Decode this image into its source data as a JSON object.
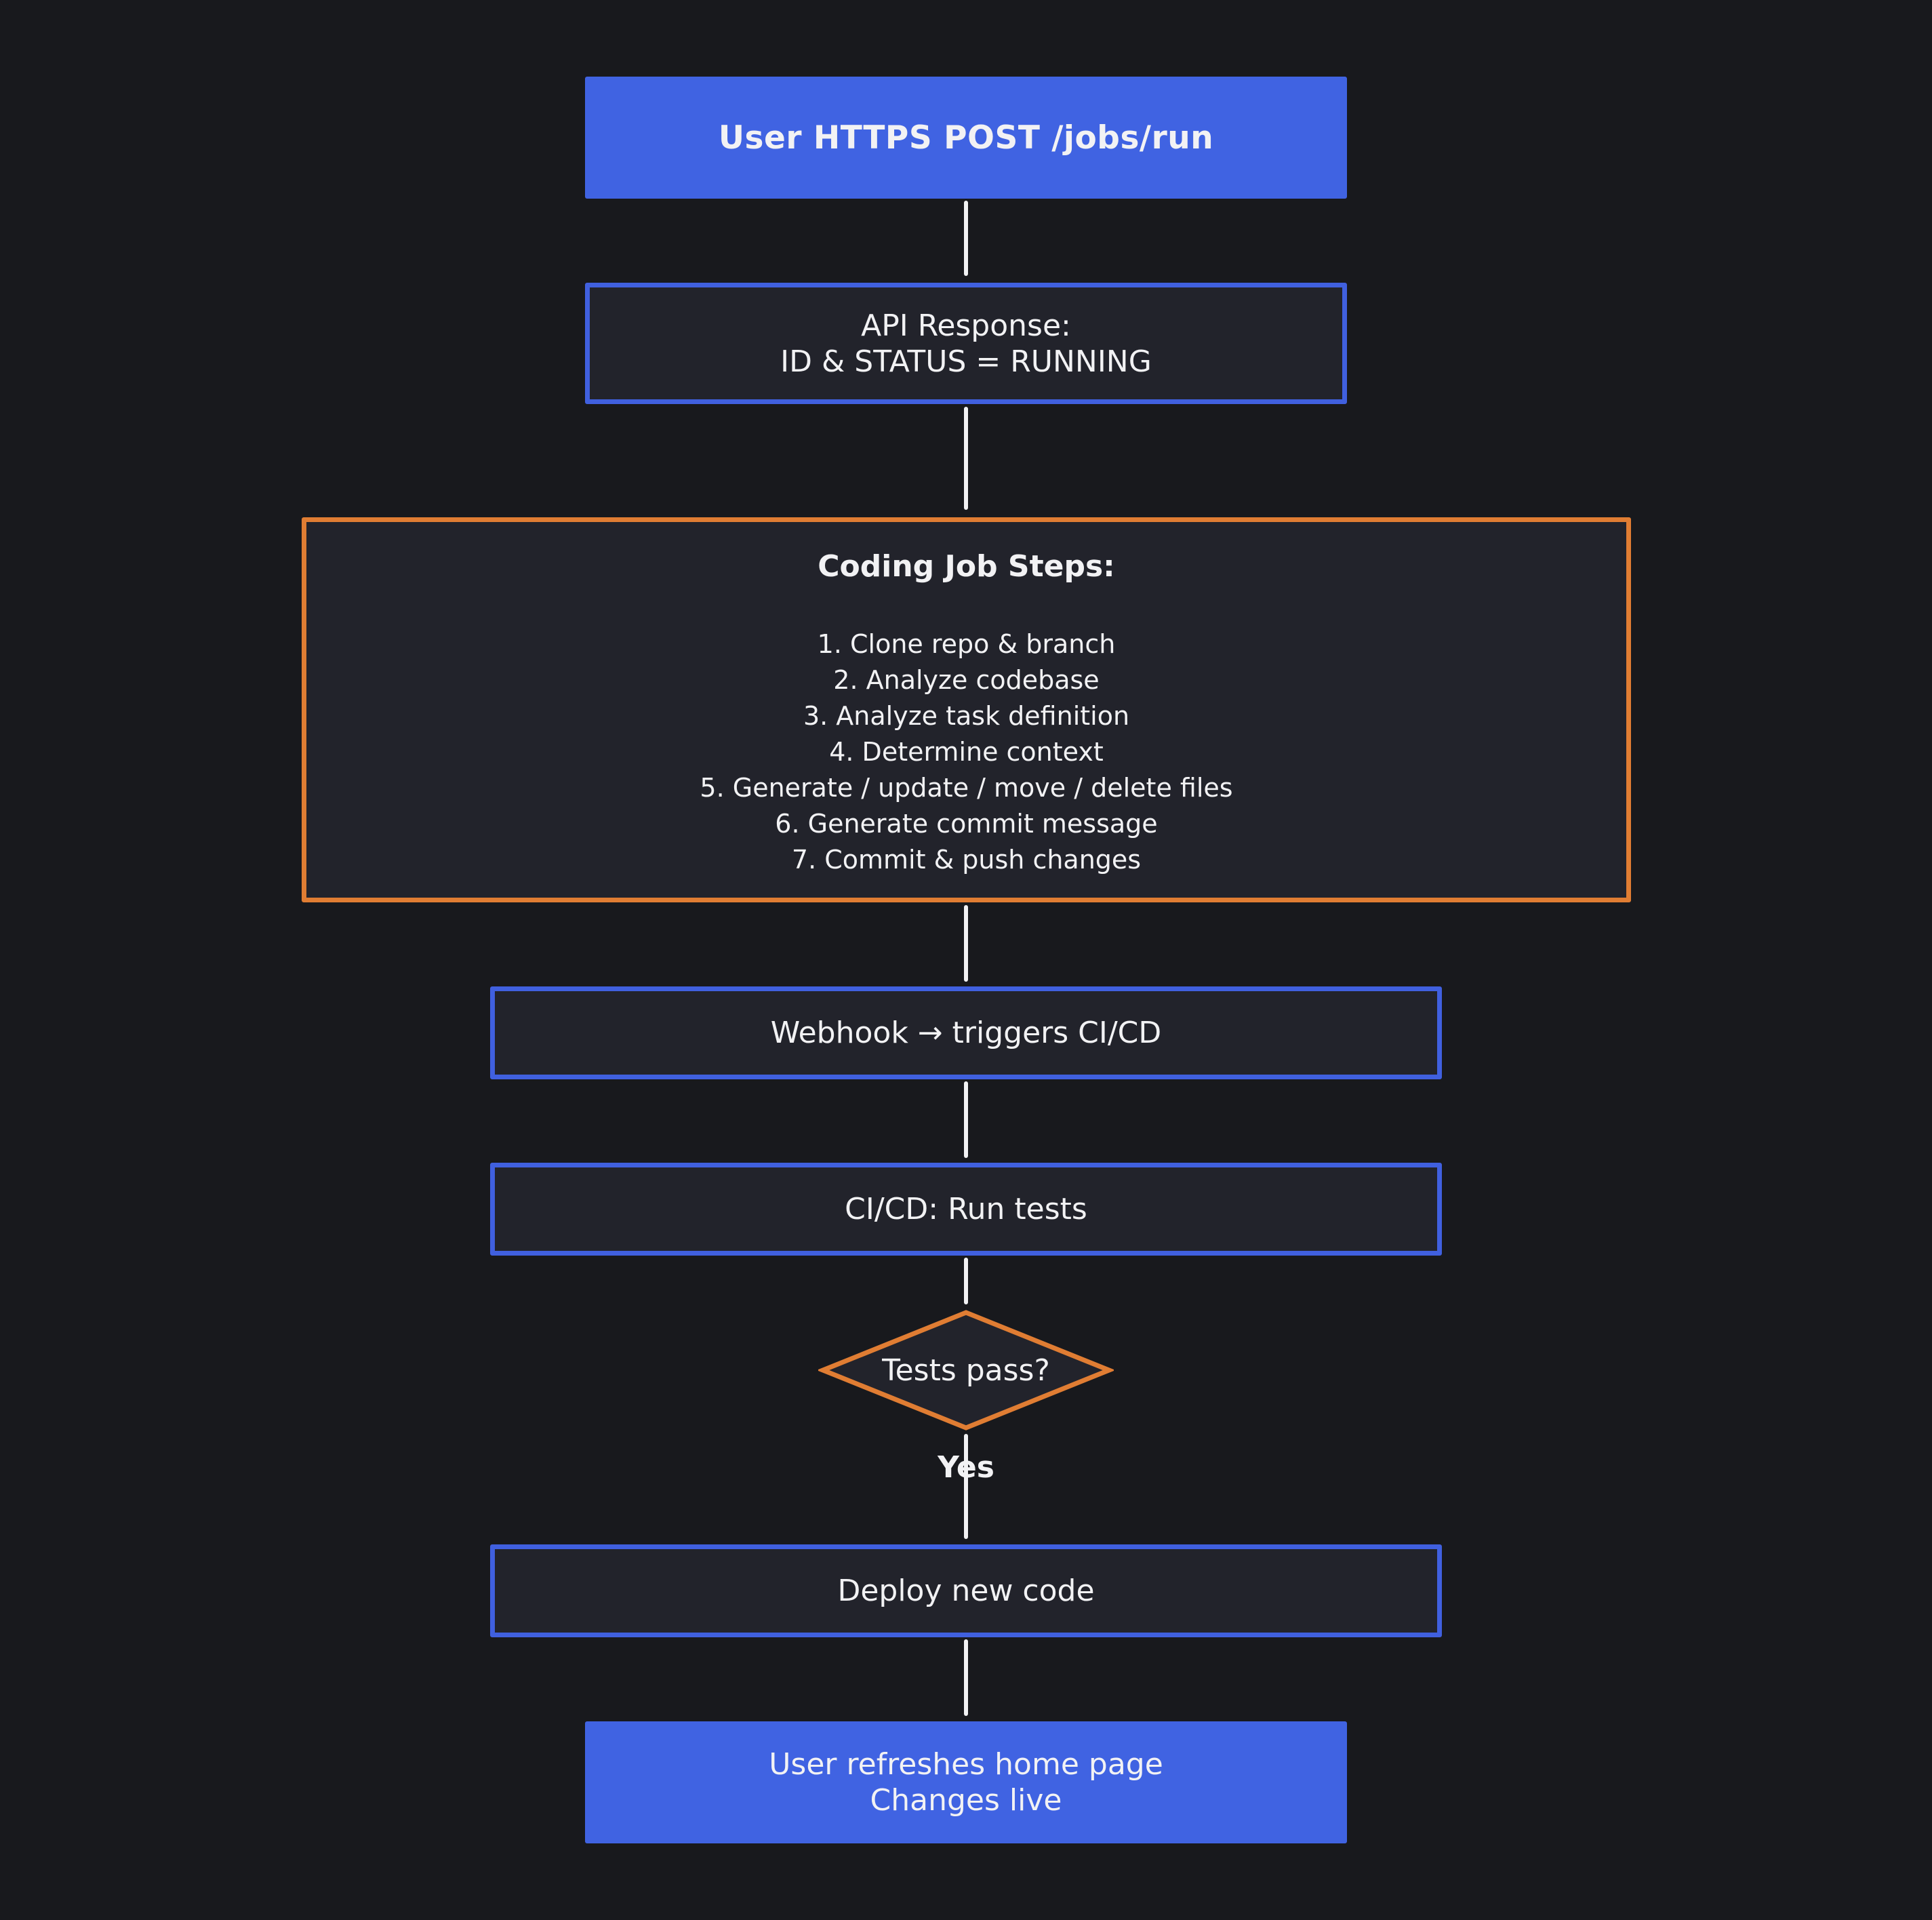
{
  "nodes": {
    "start": "User HTTPS POST /jobs/run",
    "api_response": {
      "line1": "API Response:",
      "line2": "ID & STATUS = RUNNING"
    },
    "coding_steps": {
      "title": "Coding Job Steps:",
      "steps": [
        "1. Clone repo & branch",
        "2. Analyze codebase",
        "3. Analyze task definition",
        "4. Determine context",
        "5. Generate / update / move / delete files",
        "6. Generate commit message",
        "7. Commit & push changes"
      ]
    },
    "webhook": "Webhook → triggers CI/CD",
    "run_tests": "CI/CD: Run tests",
    "decision": "Tests pass?",
    "yes_label": "Yes",
    "deploy": "Deploy new code",
    "end": {
      "line1": "User refreshes home page",
      "line2": "Changes live"
    }
  },
  "colors": {
    "background": "#18191d",
    "node_fill": "#22232b",
    "accent_blue": "#4063e2",
    "accent_orange": "#e07d33",
    "text": "#f2f2f4"
  }
}
